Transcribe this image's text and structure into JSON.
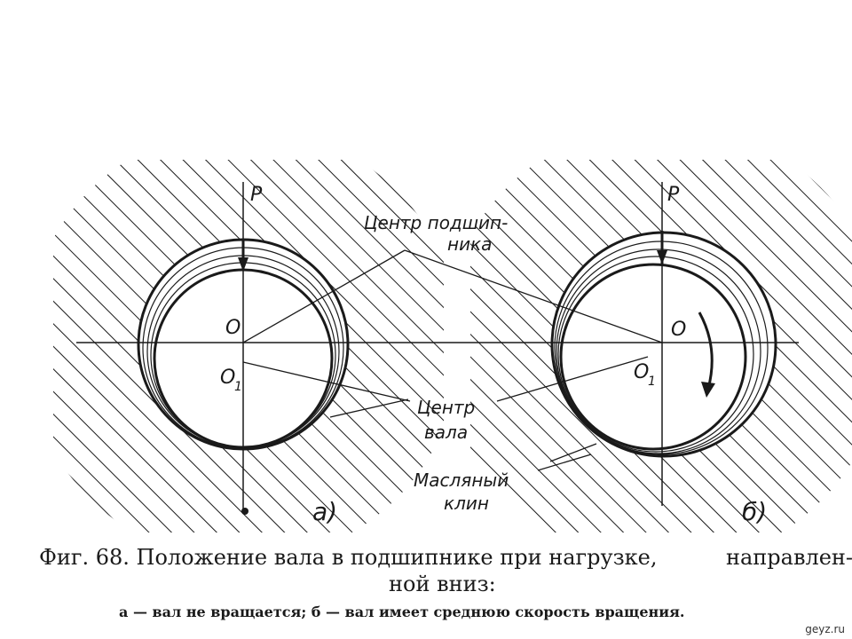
{
  "labels": {
    "p_left": "P",
    "p_right": "P",
    "o_left": "O",
    "o1_left": "O",
    "o1_left_sub": "1",
    "o_right": "O",
    "o1_right": "O",
    "o1_right_sub": "1",
    "bearing_center_line1": "Центр подшип-",
    "bearing_center_line2": "ника",
    "shaft_center_line1": "Центр",
    "shaft_center_line2": "вала",
    "oil_wedge_line1": "Масляный",
    "oil_wedge_line2": "клин",
    "panel_a": "а)",
    "panel_b": "б)"
  },
  "caption": {
    "line1_part1": "Фиг. 68. Положение вала в подшипнике при нагрузке,",
    "line1_part2": "направлен-",
    "line2": "ной вниз:",
    "line3": "а — вал не вращается; б — вал имеет среднюю скорость вращения."
  },
  "watermark": "geyz.ru"
}
